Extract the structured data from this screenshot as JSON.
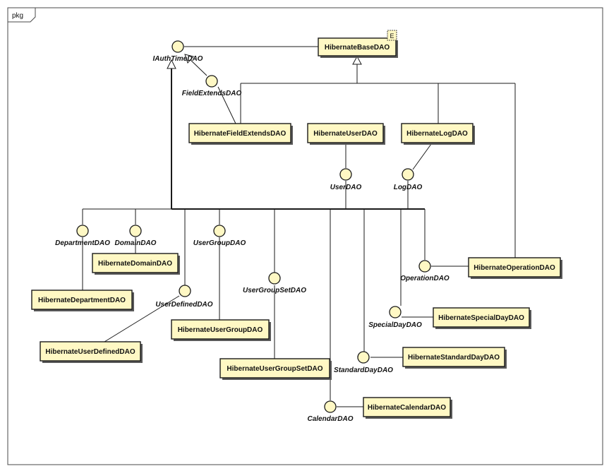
{
  "package": {
    "label": "pkg"
  },
  "badge": {
    "label": "E"
  },
  "interfaces": {
    "iauth": "IAuthTimeDAO",
    "field_extends": "FieldExtendsDAO",
    "user": "UserDAO",
    "log": "LogDAO",
    "department": "DepartmentDAO",
    "domain": "DomainDAO",
    "user_group": "UserGroupDAO",
    "user_defined": "UserDefinedDAO",
    "user_group_set": "UserGroupSetDAO",
    "operation": "OperationDAO",
    "special_day": "SpecialDayDAO",
    "standard_day": "StandardDayDAO",
    "calendar": "CalendarDAO"
  },
  "classes": {
    "base": "HibernateBaseDAO",
    "field_extends": "HibernateFieldExtendsDAO",
    "user": "HibernateUserDAO",
    "log": "HibernateLogDAO",
    "domain": "HibernateDomainDAO",
    "department": "HibernateDepartmentDAO",
    "user_defined": "HibernateUserDefinedDAO",
    "user_group": "HibernateUserGroupDAO",
    "user_group_set": "HibernateUserGroupSetDAO",
    "operation": "HibernateOperationDAO",
    "special_day": "HibernateSpecialDayDAO",
    "standard_day": "HibernateStandardDayDAO",
    "calendar": "HibernateCalendarDAO"
  }
}
